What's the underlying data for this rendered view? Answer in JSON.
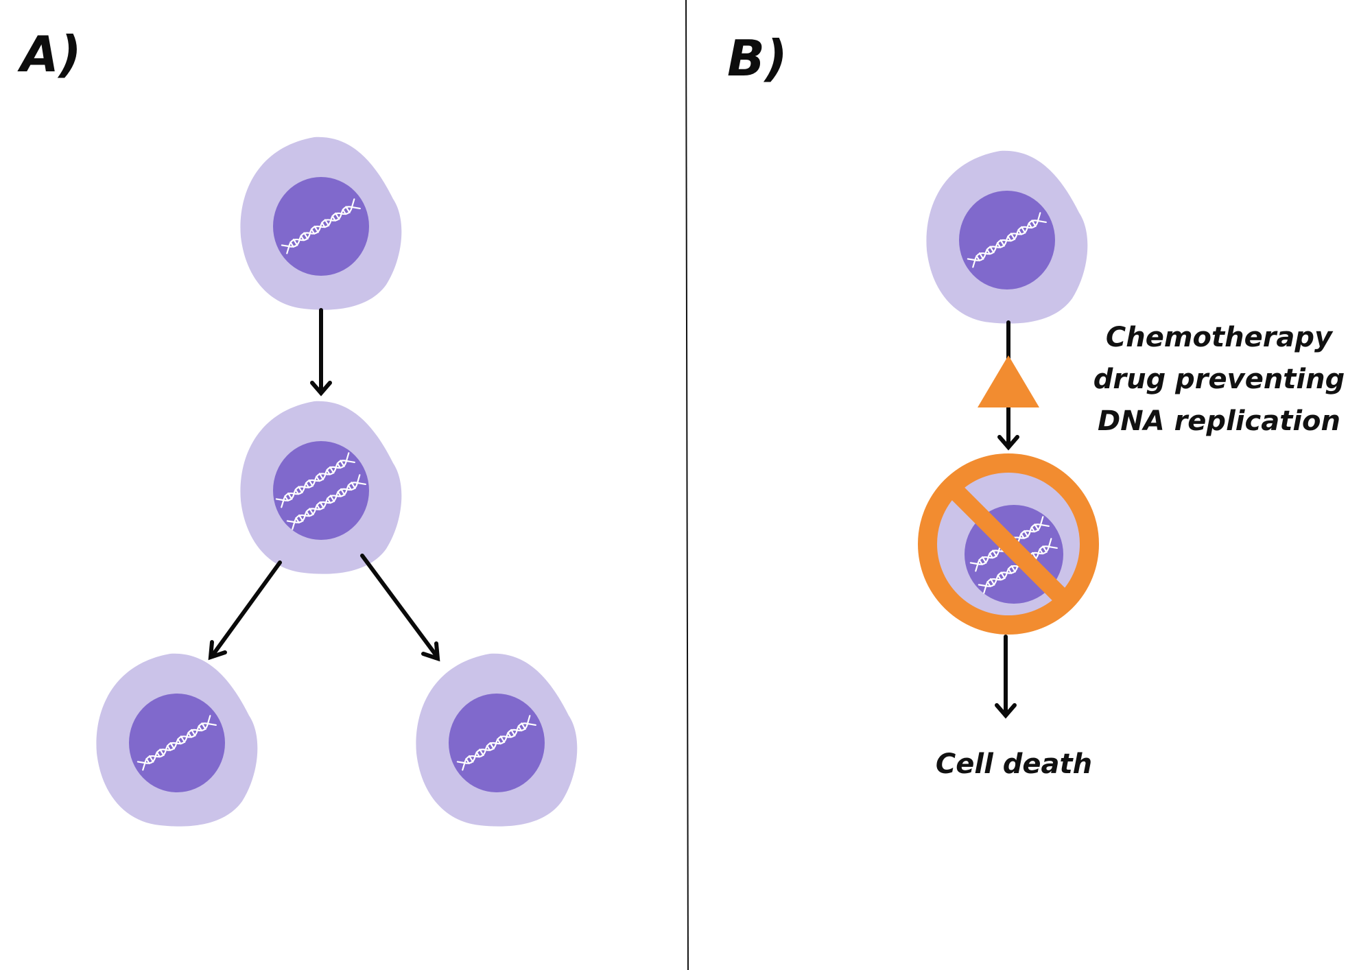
{
  "panel_a": {
    "label": "A)"
  },
  "panel_b": {
    "label": "B)",
    "drug_label_lines": [
      "Chemotherapy",
      "drug preventing",
      "DNA replication"
    ],
    "outcome": "Cell death"
  },
  "colors": {
    "cell_membrane": "#cbc3e9",
    "nucleus": "#8069cc",
    "dna": "#ffffff",
    "arrow": "#0a0a0a",
    "drug": "#f28c30",
    "divider": "#111111"
  },
  "icons": {
    "cell": "cell-icon",
    "dna": "dna-helix-icon",
    "drug": "triangle-icon",
    "prohibition": "no-entry-icon"
  }
}
